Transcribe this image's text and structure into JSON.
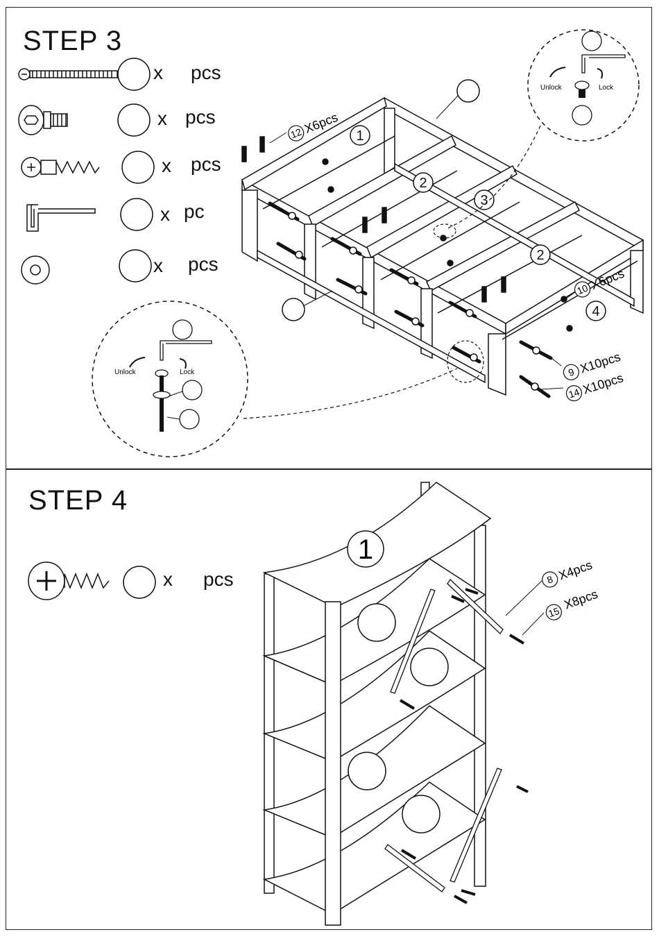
{
  "step3": {
    "title": "STEP 3",
    "parts": [
      {
        "icon": "long-bolt-icon",
        "qty_prefix": "x",
        "unit": "pcs"
      },
      {
        "icon": "cam-bolt-icon",
        "qty_prefix": "x",
        "unit": "pcs"
      },
      {
        "icon": "cam-dowel-screw-icon",
        "qty_prefix": "x",
        "unit": "pcs"
      },
      {
        "icon": "allen-key-icon",
        "qty_prefix": "x",
        "unit": "pc"
      },
      {
        "icon": "washer-icon",
        "qty_prefix": "x",
        "unit": "pcs"
      }
    ],
    "panel_labels": [
      "1",
      "2",
      "3",
      "2",
      "4"
    ],
    "callouts": [
      {
        "num": "12",
        "text": "X6pcs"
      },
      {
        "num": "10",
        "text": "X6pcs"
      },
      {
        "num": "9",
        "text": "X10pcs"
      },
      {
        "num": "14",
        "text": "X10pcs"
      }
    ],
    "detail_top": {
      "unlock": "Unlock",
      "lock": "Lock"
    },
    "detail_bottom": {
      "unlock": "Unlock",
      "lock": "Lock"
    }
  },
  "step4": {
    "title": "STEP 4",
    "parts": [
      {
        "icon": "wood-screw-icon",
        "qty_prefix": "x",
        "unit": "pcs"
      }
    ],
    "panel_label": "1",
    "callouts": [
      {
        "num": "8",
        "text": "X4pcs"
      },
      {
        "num": "15",
        "text": "X8pcs"
      }
    ]
  }
}
